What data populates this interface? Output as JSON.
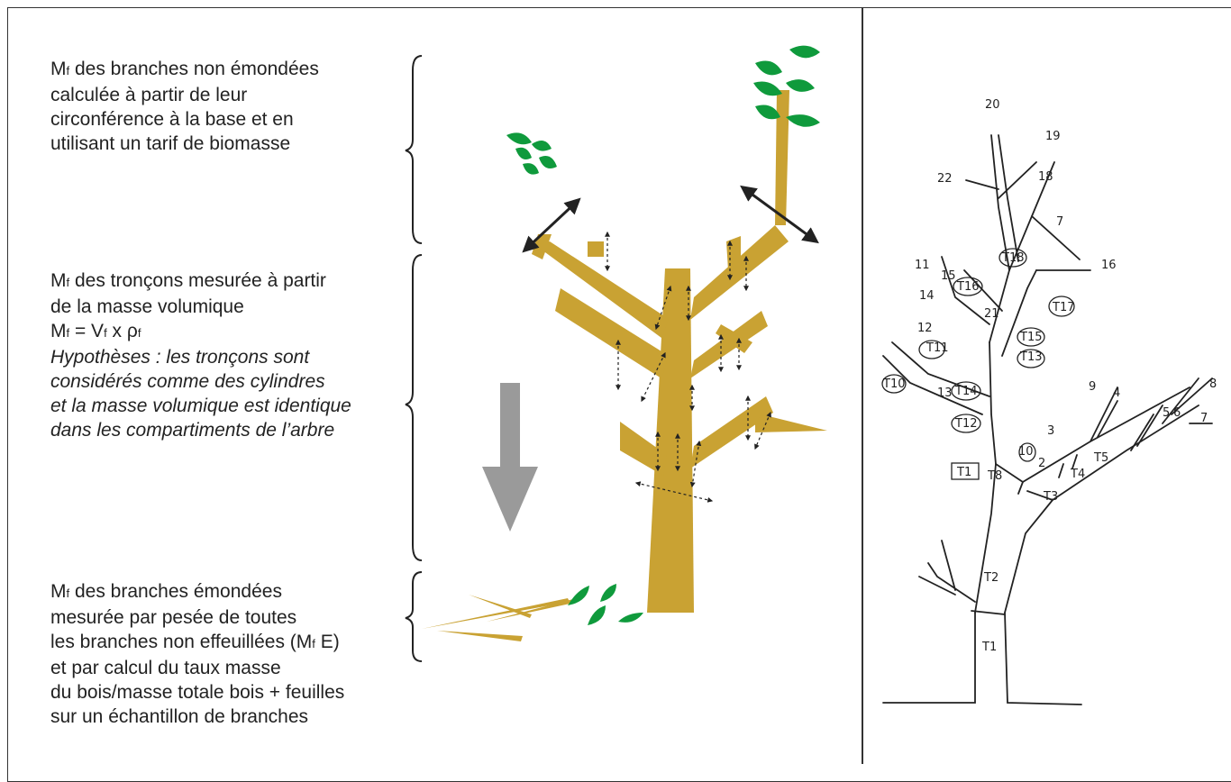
{
  "text_blocks": {
    "unpruned": {
      "lines": [
        "M",
        "f",
        " des branches non émondées",
        "calculée à partir de leur",
        "circonférence à la base et en",
        "utilisant un tarif de biomasse"
      ]
    },
    "segments": {
      "line1_a": "M",
      "line1_sub": "f",
      "line1_b": " des tronçons mesurée à partir",
      "line2": "de la masse volumique",
      "formula_a": "M",
      "formula_sub1": "f",
      "formula_b": " = V",
      "formula_sub2": "f",
      "formula_c": " x ρ",
      "formula_sub3": "f",
      "hyp1": "Hypothèses : les tronçons sont",
      "hyp2": "considérés comme des cylindres",
      "hyp3": "et la masse volumique est identique",
      "hyp4": "dans les compartiments de l’arbre"
    },
    "pruned": {
      "line1_a": "M",
      "line1_sub": "f",
      "line1_b": " des branches émondées",
      "line2": "mesurée par pesée de toutes",
      "line3_a": "les branches non effeuillées (M",
      "line3_sub": "f",
      "line3_b": " E)",
      "line4": "et par calcul du taux masse",
      "line5": "du bois/masse totale bois + feuilles",
      "line6": "sur un échantillon de branches"
    }
  },
  "unpruned_line1_a": "M",
  "unpruned_line1_sub": "f",
  "unpruned_line1_b": " des branches non émondées",
  "unpruned_line2": "calculée à partir de leur",
  "unpruned_line3": "circonférence à la base et en",
  "unpruned_line4": "utilisant un tarif de biomasse",
  "sketch_labels": [
    "20",
    "19",
    "22",
    "18",
    "7",
    "16",
    "T18",
    "T17",
    "T16",
    "T15",
    "T14",
    "T13",
    "T12",
    "T11",
    "T10",
    "21",
    "15",
    "14",
    "12",
    "13",
    "11",
    "10",
    "9",
    "4",
    "3",
    "2",
    "5",
    "6",
    "8",
    "7",
    "T1",
    "T8",
    "T3",
    "T4",
    "T5",
    "T2",
    "T1"
  ],
  "colors": {
    "wood": "#c9a233",
    "leaf": "#0f9a3c",
    "arrow_gray": "#9a9a9a",
    "ink": "#222222"
  }
}
